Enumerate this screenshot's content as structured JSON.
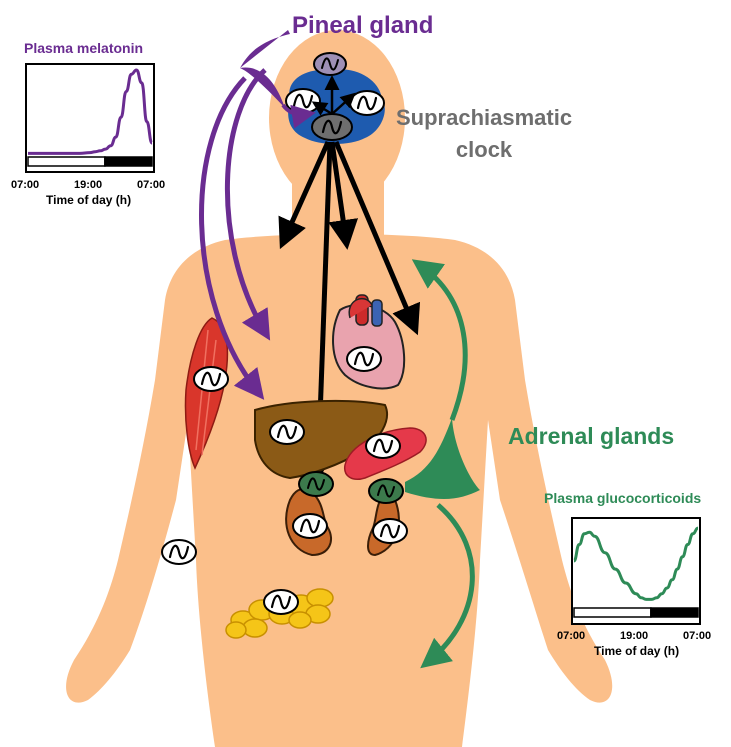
{
  "labels": {
    "pineal": "Pineal gland",
    "scn_line1": "Suprachiasmatic",
    "scn_line2": "clock",
    "adrenal": "Adrenal glands"
  },
  "colors": {
    "body": "#FBBF8A",
    "melatonin": "#6A2C91",
    "glucocorticoid": "#2E8B57",
    "clock_gray": "#6E6E6E",
    "brain_blue": "#1E5BAF"
  },
  "oscillator_icon": "sine-wave-icon",
  "chart_data": [
    {
      "type": "line",
      "title": "Plasma melatonin",
      "xlabel": "Time of day (h)",
      "ylabel": "",
      "x_ticks": [
        "07:00",
        "19:00",
        "07:00"
      ],
      "light_dark_bar": [
        {
          "phase": "light",
          "from": 0,
          "to": 0.62
        },
        {
          "phase": "dark",
          "from": 0.62,
          "to": 1.0
        }
      ],
      "series": [
        {
          "x": [
            0,
            2,
            4,
            6,
            8,
            10,
            12,
            13,
            14,
            15,
            16,
            17,
            18,
            19,
            20,
            21,
            22,
            23,
            24
          ],
          "y": [
            0.03,
            0.03,
            0.03,
            0.03,
            0.03,
            0.03,
            0.04,
            0.05,
            0.06,
            0.08,
            0.12,
            0.22,
            0.45,
            0.75,
            0.95,
            1.0,
            0.85,
            0.4,
            0.15
          ]
        }
      ]
    },
    {
      "type": "line",
      "title": "Plasma glucocorticoids",
      "xlabel": "Time of day (h)",
      "ylabel": "",
      "x_ticks": [
        "07:00",
        "19:00",
        "07:00"
      ],
      "light_dark_bar": [
        {
          "phase": "light",
          "from": 0,
          "to": 0.62
        },
        {
          "phase": "dark",
          "from": 0.62,
          "to": 1.0
        }
      ],
      "series": [
        {
          "x": [
            0,
            1,
            2,
            3,
            4,
            6,
            8,
            10,
            12,
            13,
            14,
            15,
            16,
            17,
            18,
            19,
            20,
            21,
            22,
            23,
            24
          ],
          "y": [
            0.55,
            0.75,
            0.88,
            0.9,
            0.85,
            0.65,
            0.45,
            0.28,
            0.15,
            0.1,
            0.08,
            0.08,
            0.1,
            0.15,
            0.22,
            0.32,
            0.45,
            0.6,
            0.75,
            0.88,
            0.95
          ]
        }
      ]
    }
  ]
}
